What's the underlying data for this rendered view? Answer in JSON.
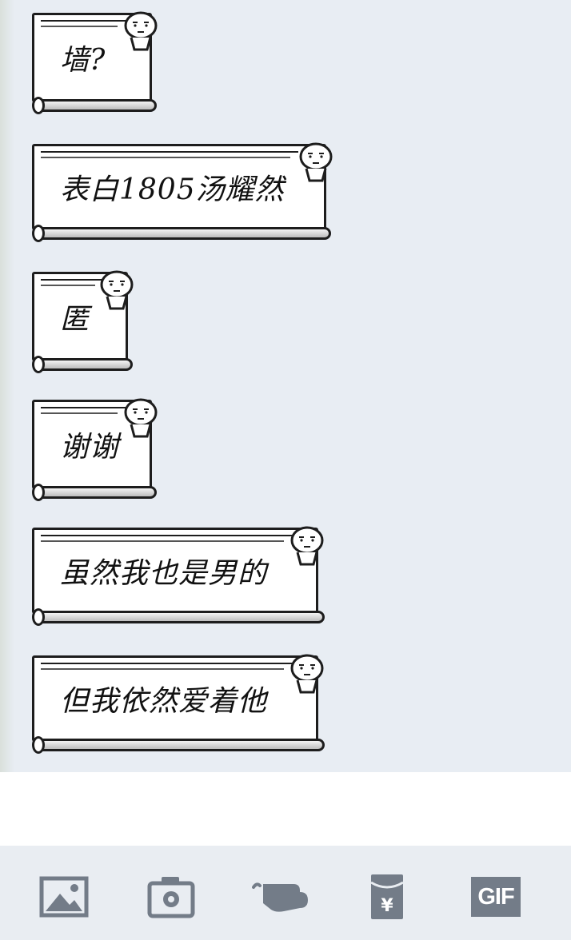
{
  "messages": [
    {
      "text": "墙?"
    },
    {
      "text": "表白1805汤耀然"
    },
    {
      "text": "匿"
    },
    {
      "text": "谢谢"
    },
    {
      "text": "虽然我也是男的"
    },
    {
      "text": "但我依然爱着他"
    }
  ],
  "toolbar": {
    "items": [
      {
        "icon": "image-icon"
      },
      {
        "icon": "camera-icon"
      },
      {
        "icon": "poke-hand-icon"
      },
      {
        "icon": "red-packet-icon",
        "symbol": "¥"
      },
      {
        "icon": "gif-icon",
        "label": "GIF"
      }
    ]
  },
  "colors": {
    "chat_bg": "#e8edf3",
    "toolbar_bg": "#e9edf2",
    "icon_gray": "#737c88"
  }
}
